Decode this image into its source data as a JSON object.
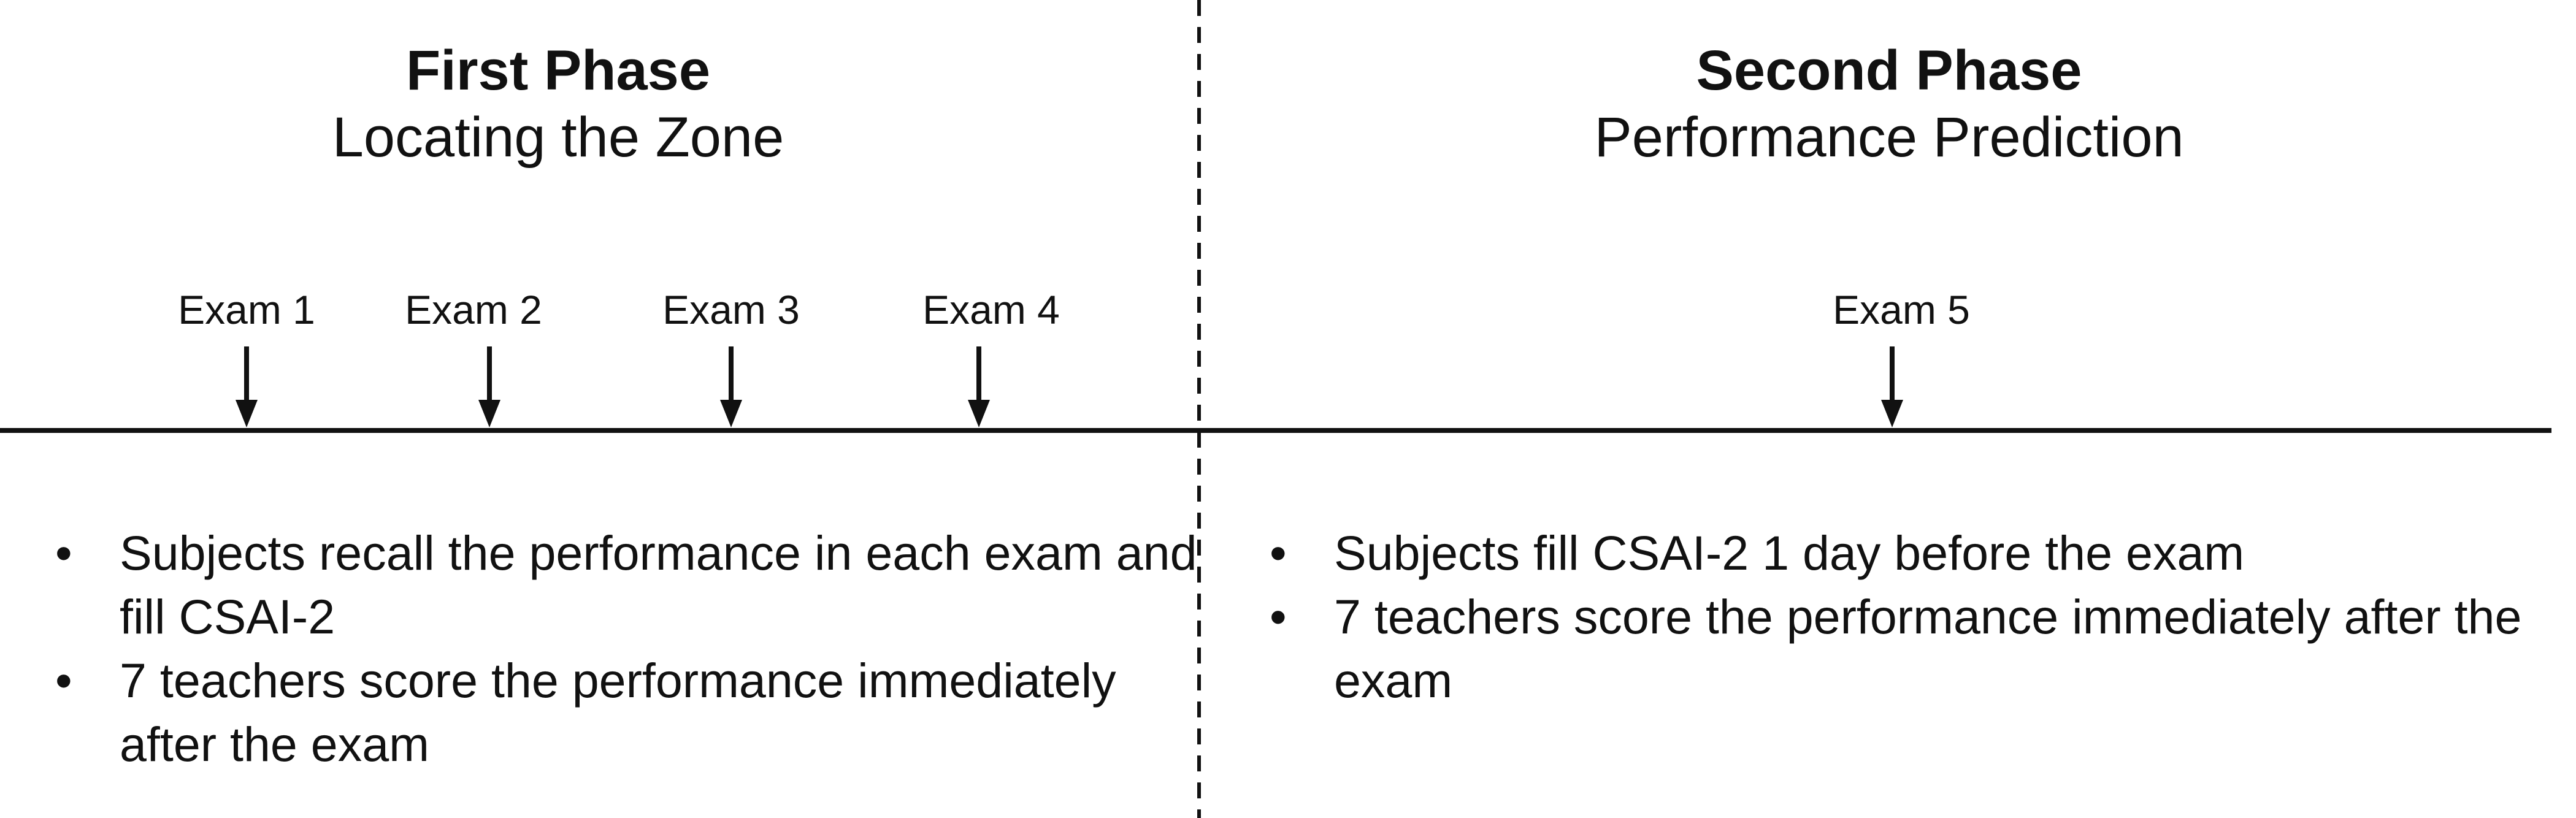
{
  "first_phase": {
    "title": "First Phase",
    "subtitle": "Locating the Zone"
  },
  "second_phase": {
    "title": "Second Phase",
    "subtitle": "Performance Prediction"
  },
  "exams": [
    "Exam 1",
    "Exam 2",
    "Exam 3",
    "Exam 4",
    "Exam 5"
  ],
  "first_bullets": [
    "Subjects recall the performance in each exam and fill CSAI-2",
    "7 teachers score the performance immediately after the exam"
  ],
  "second_bullets": [
    "Subjects fill CSAI-2 1 day before the exam",
    "7 teachers score the performance immediately after the exam"
  ],
  "bullet_symbol": "•",
  "line_color": "#111111"
}
